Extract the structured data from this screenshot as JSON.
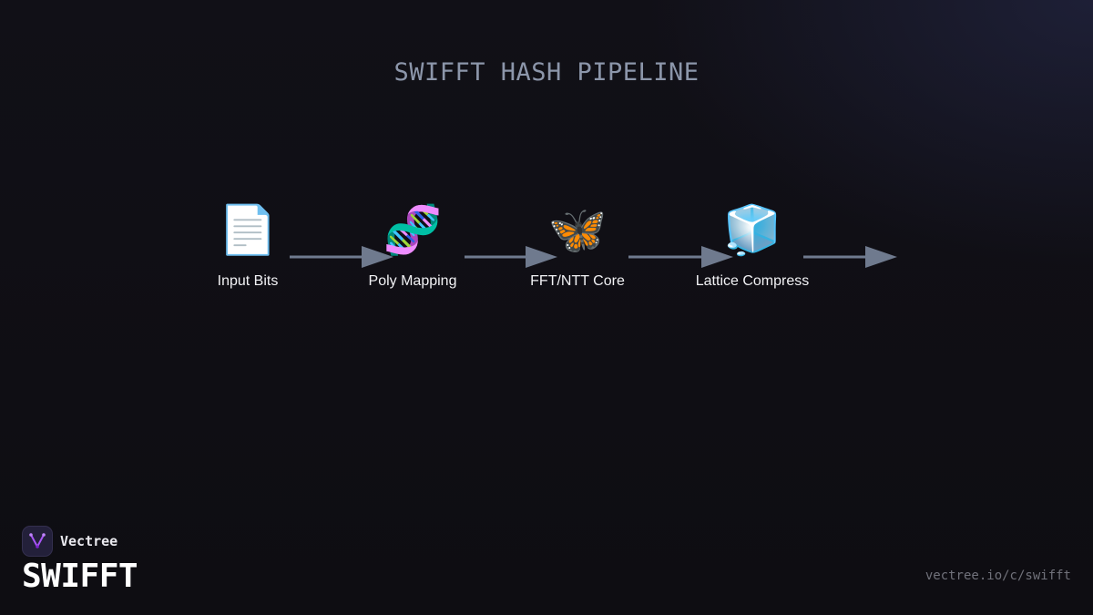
{
  "diagram": {
    "title": "SWIFFT HASH PIPELINE",
    "nodes": [
      {
        "icon": "document-icon",
        "glyph": "📄",
        "label": "Input Bits"
      },
      {
        "icon": "dna-icon",
        "glyph": "🧬",
        "label": "Poly Mapping"
      },
      {
        "icon": "butterfly-icon",
        "glyph": "🦋",
        "label": "FFT/NTT Core"
      },
      {
        "icon": "ice-cube-icon",
        "glyph": "🧊",
        "label": "Lattice Compress"
      }
    ],
    "edges": [
      {
        "from": "Input Bits",
        "to": "Poly Mapping"
      },
      {
        "from": "Poly Mapping",
        "to": "FFT/NTT Core"
      },
      {
        "from": "FFT/NTT Core",
        "to": "Lattice Compress"
      },
      {
        "from": "Lattice Compress",
        "to": ""
      }
    ],
    "colors": {
      "title": "#8c96aa",
      "arrow": "#6f7a8e",
      "label": "#f2f2f5",
      "background": "#0f0e13"
    }
  },
  "footer": {
    "brand_name": "Vectree",
    "logo_icon": "vectree-logo-icon",
    "product_name": "SWIFFT",
    "url": "vectree.io/c/swifft"
  }
}
